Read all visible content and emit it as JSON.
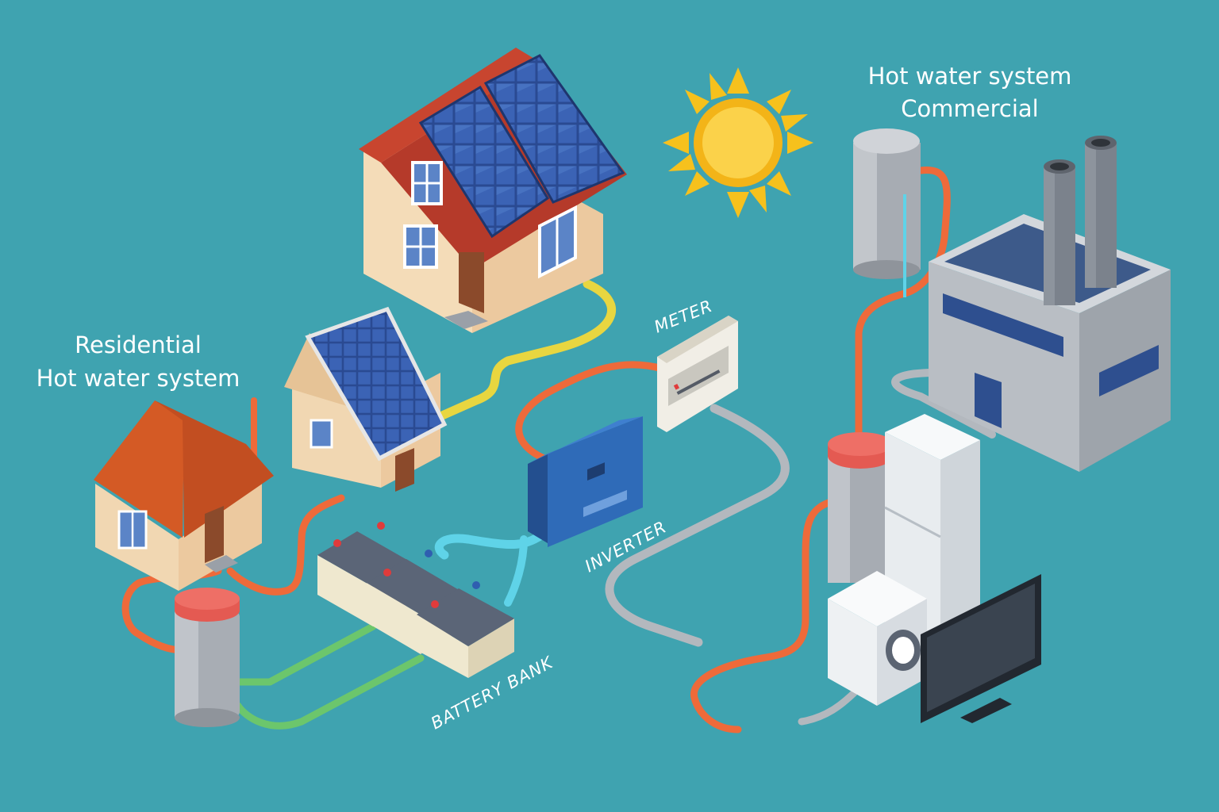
{
  "labels": {
    "residential_line1": "Residential",
    "residential_line2": "Hot water system",
    "commercial_line1": "Hot water system",
    "commercial_line2": "Commercial",
    "meter": "METER",
    "inverter": "INVERTER",
    "battery_bank": "BATTERY BANK"
  },
  "colors": {
    "background": "#3fa3b0",
    "hot_pipe": "#ee6a3a",
    "solar_cable": "#f2e233",
    "grid_cable": "#b3b8be",
    "battery_cable": "#6cc66c",
    "inverter_cable": "#5fd3e8",
    "panel": "#2e4e96",
    "tank_top": "#e45a52",
    "inverter_body": "#2f6bb8"
  }
}
